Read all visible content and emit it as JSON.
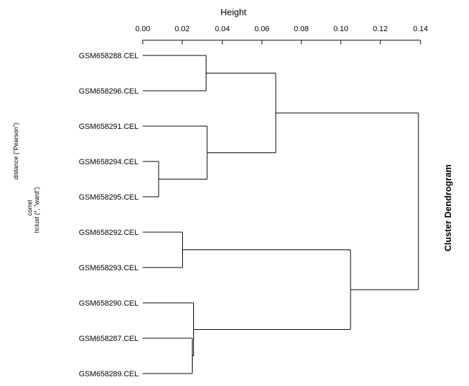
{
  "plot": {
    "main_title": "Cluster Dendrogram",
    "axis_title": "Height",
    "ylab_line1": "distance (\"Pearson\")",
    "xlab_line1": "correl",
    "xlab_line2": "hclust (*, \"ward\")"
  },
  "axis": {
    "ticks": [
      "0.00",
      "0.02",
      "0.04",
      "0.06",
      "0.08",
      "0.10",
      "0.12",
      "0.14"
    ],
    "tick_values": [
      0.0,
      0.02,
      0.04,
      0.06,
      0.08,
      0.1,
      0.12,
      0.14
    ],
    "x_min": 0.0,
    "x_max": 0.14
  },
  "chart_data": {
    "type": "dendrogram",
    "title": "Cluster Dendrogram",
    "xlabel": "Height",
    "ylabel": "distance (\"Pearson\")",
    "method": "hclust (*, \"ward\")",
    "distance": "correl",
    "orientation": "horizontal",
    "axis_range": [
      0.0,
      0.14
    ],
    "grid": false,
    "leaves": [
      {
        "label": "GSM658288.CEL",
        "order": 1
      },
      {
        "label": "GSM658296.CEL",
        "order": 2
      },
      {
        "label": "GSM658291.CEL",
        "order": 3
      },
      {
        "label": "GSM658294.CEL",
        "order": 4
      },
      {
        "label": "GSM658295.CEL",
        "order": 5
      },
      {
        "label": "GSM658292.CEL",
        "order": 6
      },
      {
        "label": "GSM658293.CEL",
        "order": 7
      },
      {
        "label": "GSM658290.CEL",
        "order": 8
      },
      {
        "label": "GSM658287.CEL",
        "order": 9
      },
      {
        "label": "GSM658289.CEL",
        "order": 10
      }
    ],
    "merges": [
      {
        "id": "m1",
        "left": "GSM658288.CEL",
        "right": "GSM658296.CEL",
        "height": 0.032
      },
      {
        "id": "m2",
        "left": "GSM658294.CEL",
        "right": "GSM658295.CEL",
        "height": 0.008
      },
      {
        "id": "m3",
        "left": "GSM658291.CEL",
        "right": "m2",
        "height": 0.0325
      },
      {
        "id": "m4",
        "left": "m1",
        "right": "m3",
        "height": 0.067
      },
      {
        "id": "m5",
        "left": "GSM658292.CEL",
        "right": "GSM658293.CEL",
        "height": 0.02
      },
      {
        "id": "m6",
        "left": "GSM658287.CEL",
        "right": "GSM658289.CEL",
        "height": 0.025
      },
      {
        "id": "m7",
        "left": "GSM658290.CEL",
        "right": "m6",
        "height": 0.0256
      },
      {
        "id": "m8",
        "left": "m5",
        "right": "m7",
        "height": 0.1048
      },
      {
        "id": "m9",
        "left": "m4",
        "right": "m8",
        "height": 0.139
      }
    ]
  },
  "colors": {
    "background": "#ffffff",
    "line": "#000000",
    "text": "#000000"
  }
}
